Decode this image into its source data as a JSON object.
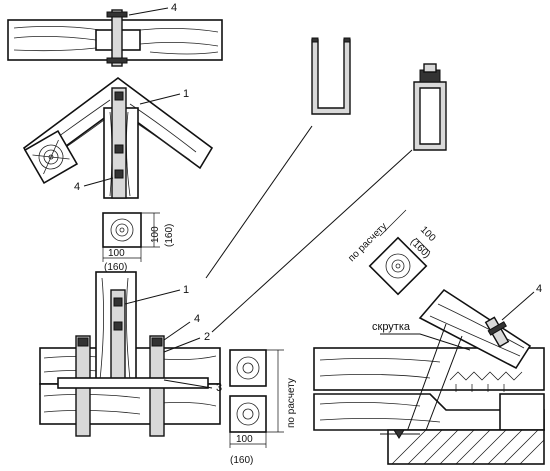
{
  "labels": {
    "callout_1": "1",
    "callout_2": "2",
    "callout_3": "3",
    "callout_4": "4",
    "dim_100": "100",
    "dim_160": "(160)",
    "by_calc": "по расчету",
    "twist": "скрутка"
  }
}
